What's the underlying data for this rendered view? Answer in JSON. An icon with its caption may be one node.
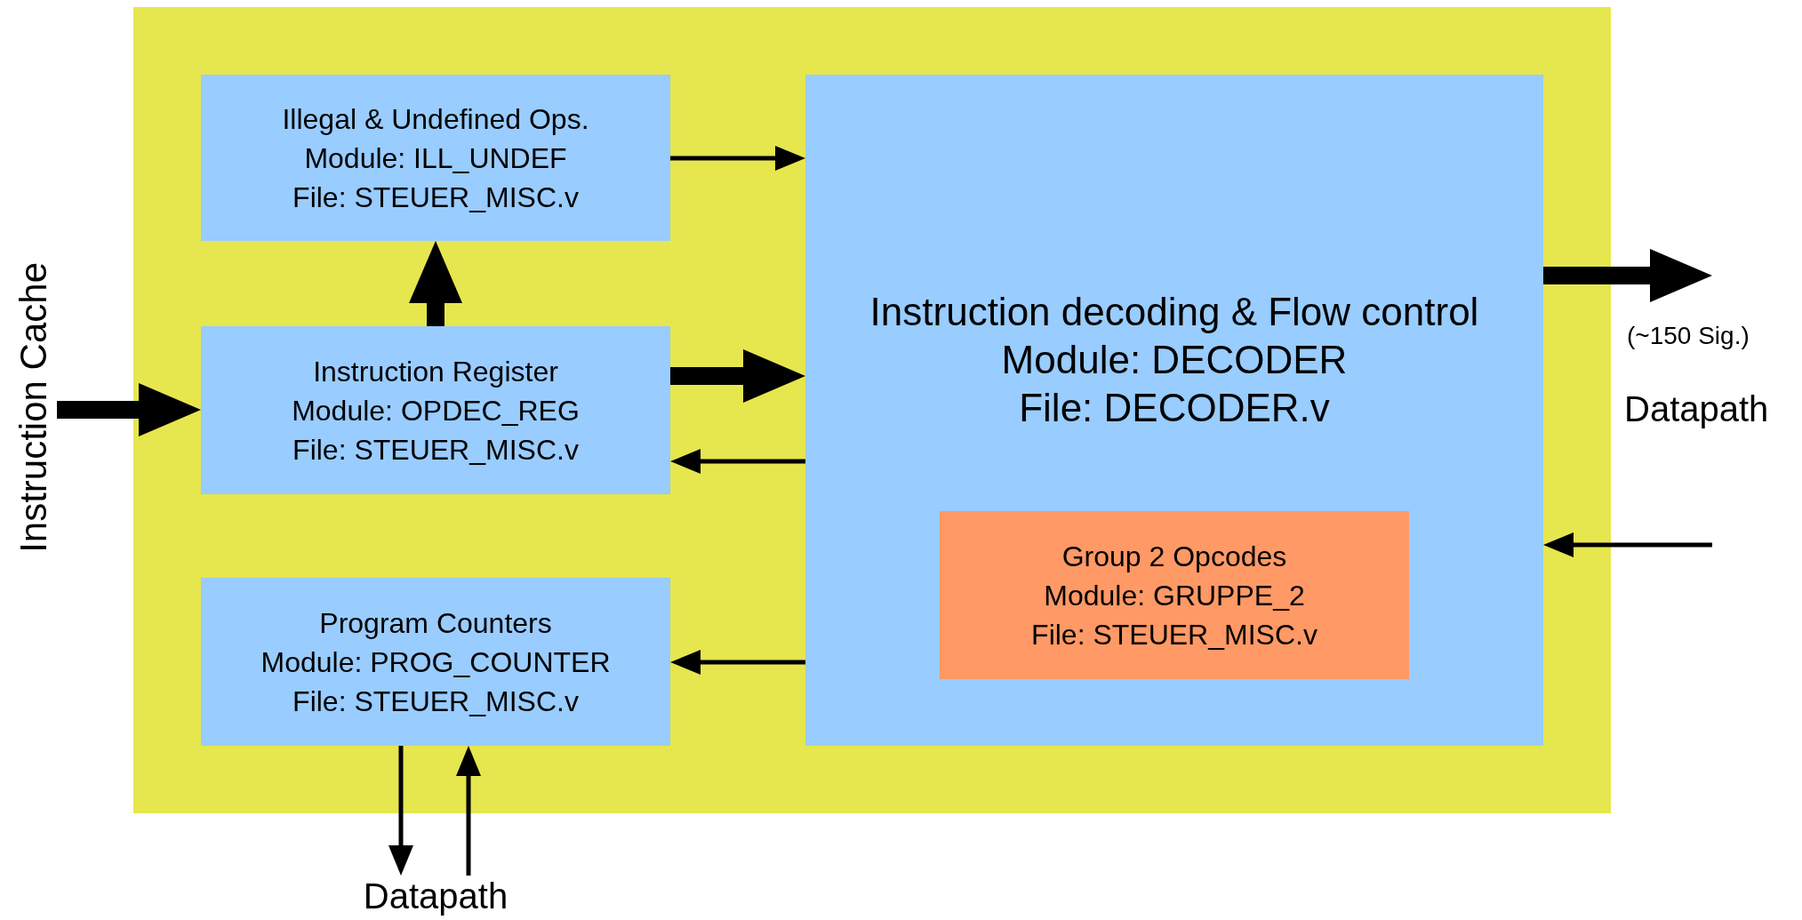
{
  "diagram": {
    "nodes": [
      {
        "text": [],
        "shape": "box"
      },
      {
        "text": [
          "Illegal & Undefined Ops.",
          "Module: ILL_UNDEF",
          "File: STEUER_MISC.v"
        ],
        "in": 0
      },
      {
        "text": [
          "Instruction Register",
          "Module: OPDEC_REG",
          "File: STEUER_MISC.v"
        ],
        "in": 0
      },
      {
        "text": [
          "Program Counters",
          "Module: PROG_COUNTER",
          "File: STEUER_MISC.v"
        ],
        "in": 0
      },
      {
        "text": [
          "Instruction decoding & Flow control",
          "Module: DECODER",
          "File: DECODER.v"
        ],
        "in": 0
      },
      {
        "text": [
          "Group 2 Opcodes",
          "Module: GRUPPE_2",
          "File: STEUER_MISC.v"
        ],
        "in": 4
      },
      {
        "text": [
          "Instruction Cache"
        ]
      },
      {
        "text": [
          "Datapath"
        ]
      }
    ],
    "edges": [
      {
        "from": 6,
        "to": 2,
        "arrow": "to",
        "style": "thick"
      },
      {
        "from": 2,
        "to": 1,
        "arrow": "to",
        "style": "thick"
      },
      {
        "from": 1,
        "to": 4,
        "arrow": "to"
      },
      {
        "from": 2,
        "to": 4,
        "arrow": "to",
        "style": "thick"
      },
      {
        "from": 4,
        "to": 2,
        "arrow": "to"
      },
      {
        "from": 4,
        "to": 3,
        "arrow": "to"
      },
      {
        "from": 3,
        "to": 7,
        "arrow": "to"
      },
      {
        "from": 7,
        "to": 3,
        "arrow": "to"
      },
      {
        "from": 4,
        "to": null,
        "arrow": "to",
        "style": "thick",
        "label": "(~150 Sig.)"
      },
      {
        "from": null,
        "to": 4,
        "arrow": "to"
      }
    ],
    "labels": [
      "Datapath"
    ]
  }
}
